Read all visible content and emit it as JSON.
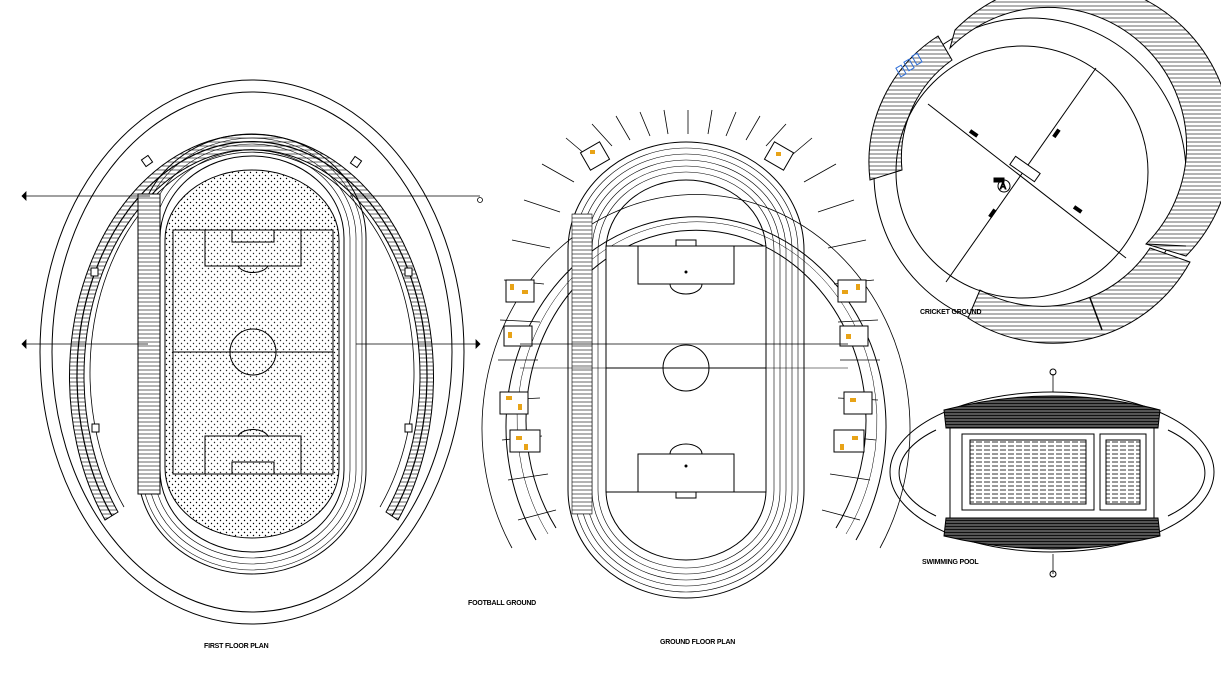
{
  "drawing": {
    "labels": {
      "first_floor_plan": "FIRST FLOOR PLAN",
      "football_ground": "FOOTBALL GROUND",
      "ground_floor_plan": "GROUND FLOOR PLAN",
      "cricket_ground": "CRICKET GROUND",
      "swimming_pool": "SWIMMING POOL",
      "section_marker": "A"
    },
    "colors": {
      "line": "#000000",
      "accent_seat": "#e8a317",
      "accent_glass": "#2f6fd8",
      "background": "#ffffff"
    }
  }
}
